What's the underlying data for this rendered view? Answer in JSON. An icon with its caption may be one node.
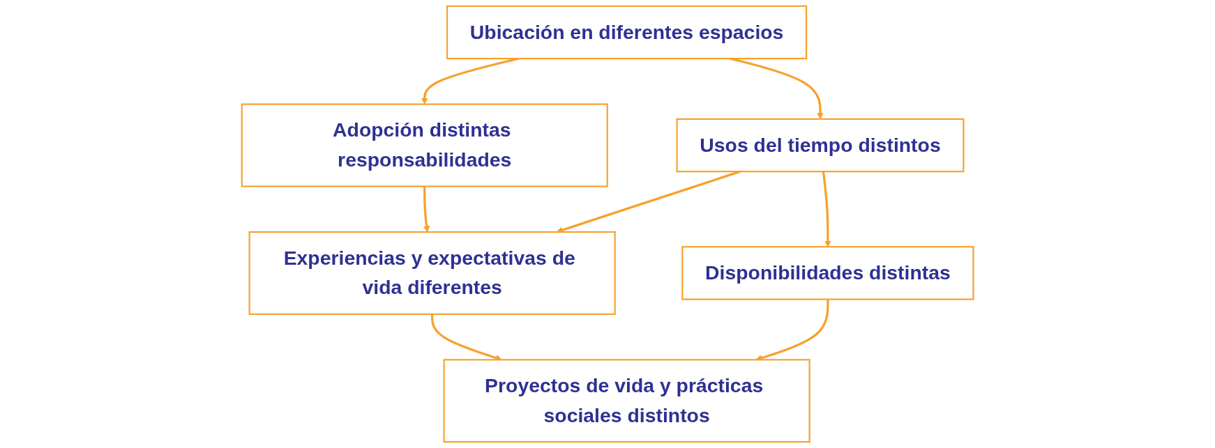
{
  "diagram": {
    "nodes": [
      {
        "text": [
          "Ubicación en diferentes espacios"
        ]
      },
      {
        "text": [
          "Adopción distintas responsabilidades"
        ]
      },
      {
        "text": [
          "Usos del tiempo distintos"
        ]
      },
      {
        "text": [
          "Experiencias y expectativas de vida diferentes"
        ]
      },
      {
        "text": [
          "Disponibilidades distintas"
        ]
      },
      {
        "text": [
          "Proyectos de vida y prácticas sociales distintos"
        ]
      }
    ],
    "edges": [
      {
        "from": 0,
        "to": 1,
        "arrow": "to"
      },
      {
        "from": 0,
        "to": 2,
        "arrow": "to"
      },
      {
        "from": 1,
        "to": 3,
        "arrow": "to"
      },
      {
        "from": 2,
        "to": 3,
        "arrow": "to"
      },
      {
        "from": 2,
        "to": 4,
        "arrow": "to"
      },
      {
        "from": 3,
        "to": 5,
        "arrow": "to"
      },
      {
        "from": 4,
        "to": 5,
        "arrow": "to"
      }
    ]
  }
}
